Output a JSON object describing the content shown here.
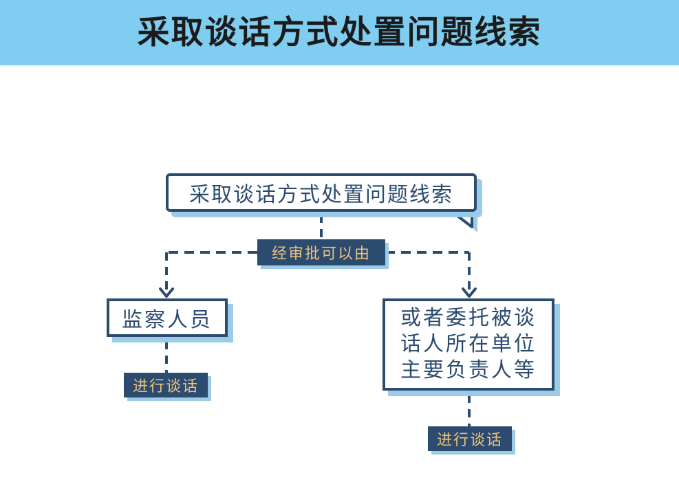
{
  "header": {
    "title": "采取谈话方式处置问题线索"
  },
  "flow": {
    "main_box": "采取谈话方式处置问题线索",
    "approval_tag": "经审批可以由",
    "left_branch": {
      "label": "监察人员",
      "action": "进行谈话"
    },
    "right_branch": {
      "label": "或者委托被谈话人所在单位主要负责人等",
      "action": "进行谈话"
    }
  },
  "colors": {
    "banner": "#7fcdf0",
    "navy": "#2b4b6f",
    "gold": "#f0c27a",
    "shadow": "#9bcbe6"
  }
}
